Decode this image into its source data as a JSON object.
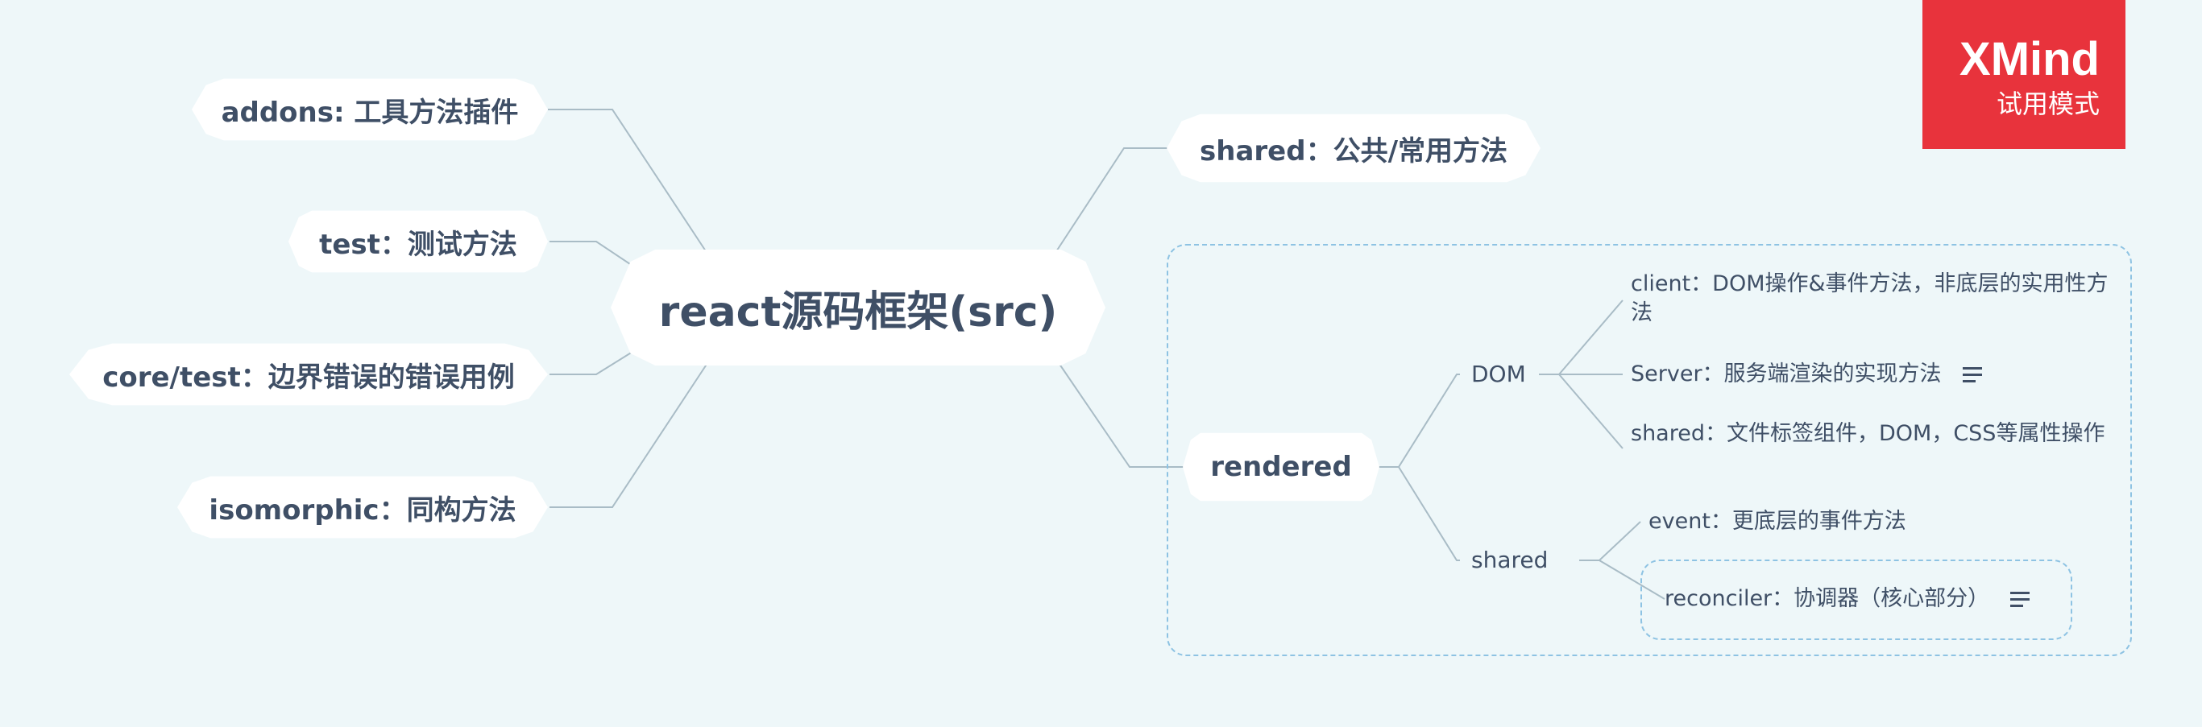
{
  "root": {
    "label": "react源码框架(src)"
  },
  "left_topics": [
    {
      "label": "addons: 工具方法插件"
    },
    {
      "label": "test：测试方法"
    },
    {
      "label": "core/test：边界错误的错误用例"
    },
    {
      "label": "isomorphic：同构方法"
    }
  ],
  "right_topics": {
    "shared": {
      "label": "shared：公共/常用方法"
    },
    "rendered": {
      "label": "rendered",
      "dom": {
        "label": "DOM",
        "children": [
          {
            "label": "client：DOM操作&事件方法，非底层的实用性方法",
            "has_note": false
          },
          {
            "label": "Server：服务端渲染的实现方法",
            "has_note": true
          },
          {
            "label": "shared：文件标签组件，DOM，CSS等属性操作",
            "has_note": false
          }
        ]
      },
      "shared": {
        "label": "shared",
        "children": [
          {
            "label": "event：更底层的事件方法",
            "has_note": false
          },
          {
            "label": "reconciler：协调器（核心部分）",
            "has_note": true
          }
        ]
      }
    }
  },
  "watermark": {
    "brand": "XMind",
    "mode": "试用模式"
  },
  "colors": {
    "background": "#eef7f9",
    "topic_fill": "#ffffff",
    "text": "#3f4f66",
    "connector": "#a9bcc6",
    "boundary": "#8ec3e3",
    "watermark": "#e8333c"
  },
  "icons": {
    "note": "note-lines-icon"
  }
}
